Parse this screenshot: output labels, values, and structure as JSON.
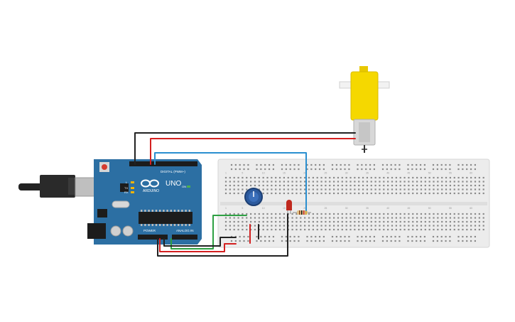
{
  "board": {
    "model": "UNO",
    "brand": "ARDUINO",
    "header_digital": "DIGITAL (PWM~)",
    "header_power": "POWER",
    "header_analog": "ANALOG IN",
    "led_tx": "TX",
    "led_rx": "RX",
    "led_l": "L",
    "led_on": "ON"
  },
  "breadboard": {
    "column_numbers": [
      "1",
      "5",
      "10",
      "15",
      "20",
      "25",
      "30",
      "35",
      "40",
      "45",
      "50",
      "55",
      "60"
    ]
  },
  "colors": {
    "board": "#2c6fa3",
    "board_dark": "#1f5a87",
    "breadboard": "#ececec",
    "hole": "#8a8a8a",
    "motor": "#f5d800",
    "wire_black": "#222222",
    "wire_red": "#d42020",
    "wire_blue": "#2a8fd0",
    "wire_green": "#2ea043",
    "led": "#c0291e"
  },
  "icons": [
    "arduino-infinity-icon"
  ]
}
